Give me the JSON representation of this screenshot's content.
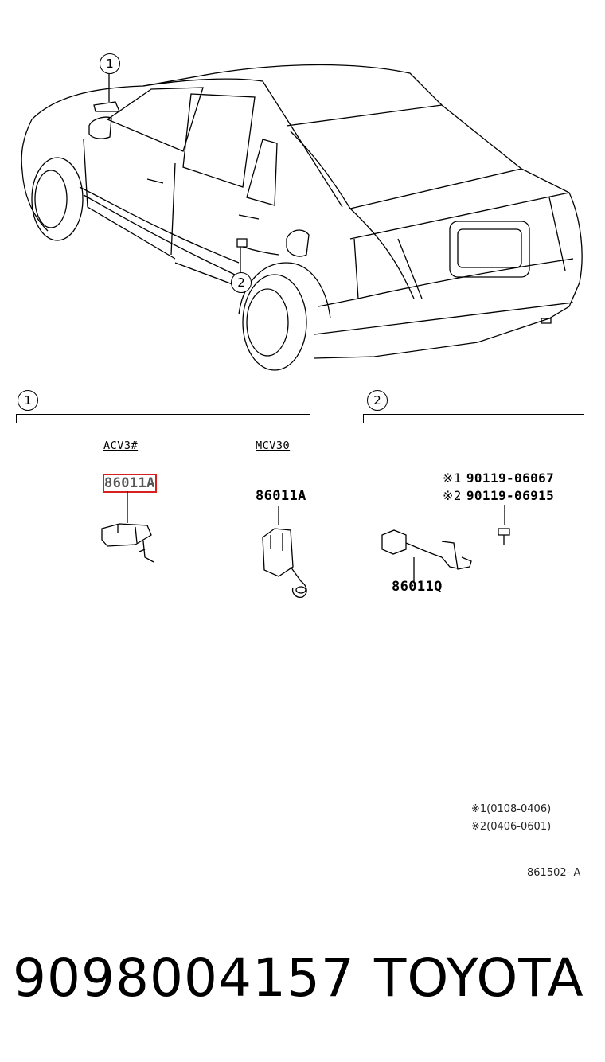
{
  "diagram": {
    "callouts": [
      "1",
      "2"
    ],
    "section_1": {
      "label": "1",
      "models": [
        {
          "model": "ACV3#",
          "part": "86011A",
          "highlighted": true
        },
        {
          "model": "MCV30",
          "part": "86011A",
          "highlighted": false
        }
      ]
    },
    "section_2": {
      "label": "2",
      "bolts": [
        {
          "mark": "※1",
          "part": "90119-06067"
        },
        {
          "mark": "※2",
          "part": "90119-06915"
        }
      ],
      "part": "86011Q"
    },
    "notes": [
      {
        "mark": "※1",
        "range": "(0108-0406)"
      },
      {
        "mark": "※2",
        "range": "(0406-0601)"
      }
    ],
    "figure_code": "861502- A"
  },
  "footer": {
    "part_number": "9098004157",
    "brand": "TOYOTA"
  },
  "colors": {
    "highlight": "#d62020",
    "line": "#000000",
    "background": "#ffffff"
  }
}
